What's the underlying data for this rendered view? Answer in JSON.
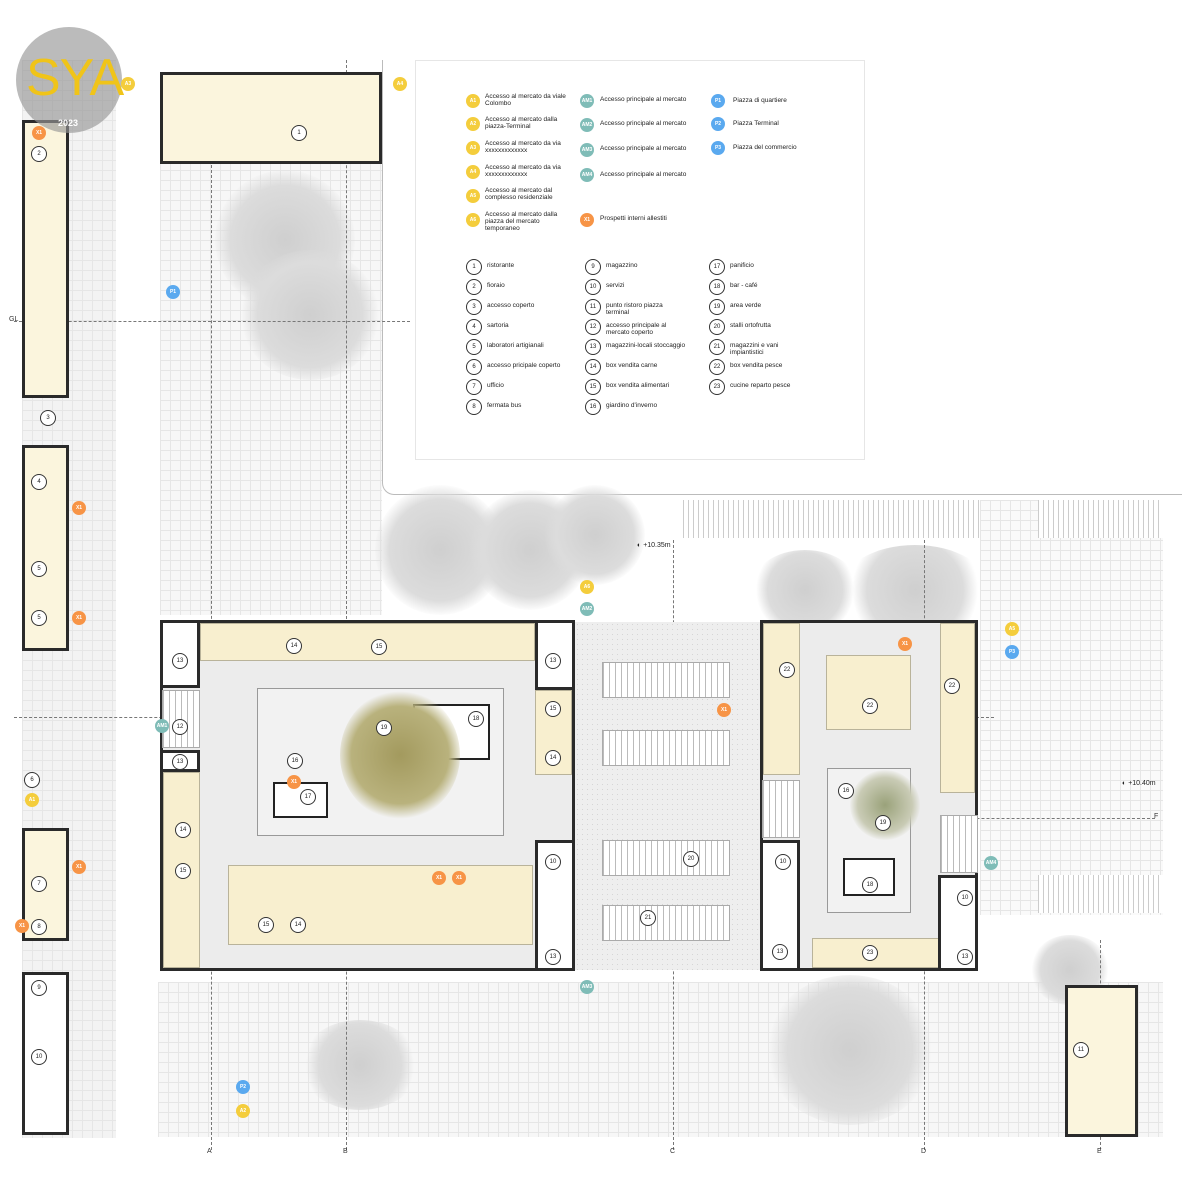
{
  "logo": {
    "text": "SYA",
    "year": "2023"
  },
  "legend": {
    "access": [
      {
        "code": "A1",
        "label": "Accesso al mercato da viale Colombo"
      },
      {
        "code": "A2",
        "label": "Accesso al mercato dalla piazza-Terminal"
      },
      {
        "code": "A3",
        "label": "Accesso al mercato da via xxxxxxxxxxxxx"
      },
      {
        "code": "A4",
        "label": "Accesso al mercato da via xxxxxxxxxxxxx"
      },
      {
        "code": "A5",
        "label": "Accesso al mercato dal complesso residenziale"
      },
      {
        "code": "A6",
        "label": "Accesso al mercato dalla piazza del mercato temporaneo"
      }
    ],
    "main_access": [
      {
        "code": "AM1",
        "label": "Accesso principale al mercato"
      },
      {
        "code": "AM2",
        "label": "Accesso principale al mercato"
      },
      {
        "code": "AM3",
        "label": "Accesso principale al mercato"
      },
      {
        "code": "AM4",
        "label": "Accesso principale al mercato"
      }
    ],
    "squares": [
      {
        "code": "P1",
        "label": "Piazza di quartiere"
      },
      {
        "code": "P2",
        "label": "Piazza Terminal"
      },
      {
        "code": "P3",
        "label": "Piazza del commercio"
      }
    ],
    "elevations": {
      "code": "X1",
      "label": "Prospetti interni allestiti"
    },
    "rooms": [
      {
        "n": "1",
        "label": "ristorante"
      },
      {
        "n": "2",
        "label": "fioraio"
      },
      {
        "n": "3",
        "label": "accesso coperto"
      },
      {
        "n": "4",
        "label": "sartoria"
      },
      {
        "n": "5",
        "label": "laboratori artigianali"
      },
      {
        "n": "6",
        "label": "accesso pricipale coperto"
      },
      {
        "n": "7",
        "label": "ufficio"
      },
      {
        "n": "8",
        "label": "fermata bus"
      },
      {
        "n": "9",
        "label": "magazzino"
      },
      {
        "n": "10",
        "label": "servizi"
      },
      {
        "n": "11",
        "label": "punto ristoro piazza terminal"
      },
      {
        "n": "12",
        "label": "accesso principale al mercato coperto"
      },
      {
        "n": "13",
        "label": "magazzini-locali stoccaggio"
      },
      {
        "n": "14",
        "label": "box vendita carne"
      },
      {
        "n": "15",
        "label": "box vendita alimentari"
      },
      {
        "n": "16",
        "label": "giardino d'inverno"
      },
      {
        "n": "17",
        "label": "panificio"
      },
      {
        "n": "18",
        "label": "bar - café"
      },
      {
        "n": "19",
        "label": "area verde"
      },
      {
        "n": "20",
        "label": "stalli ortofrutta"
      },
      {
        "n": "21",
        "label": "magazzini e vani impiantistici"
      },
      {
        "n": "22",
        "label": "box vendita pesce"
      },
      {
        "n": "23",
        "label": "cucine reparto pesce"
      }
    ]
  },
  "axes": {
    "A": "A",
    "B": "B",
    "C": "C",
    "D": "D",
    "E": "E",
    "F": "F",
    "GL": "GL"
  },
  "levels": {
    "l1": "+10.35m",
    "l2": "+10.40m"
  },
  "colors": {
    "access": "#f4cd3c",
    "main_access": "#7fbcb7",
    "square": "#5aa9ef",
    "elevation": "#f79446"
  }
}
